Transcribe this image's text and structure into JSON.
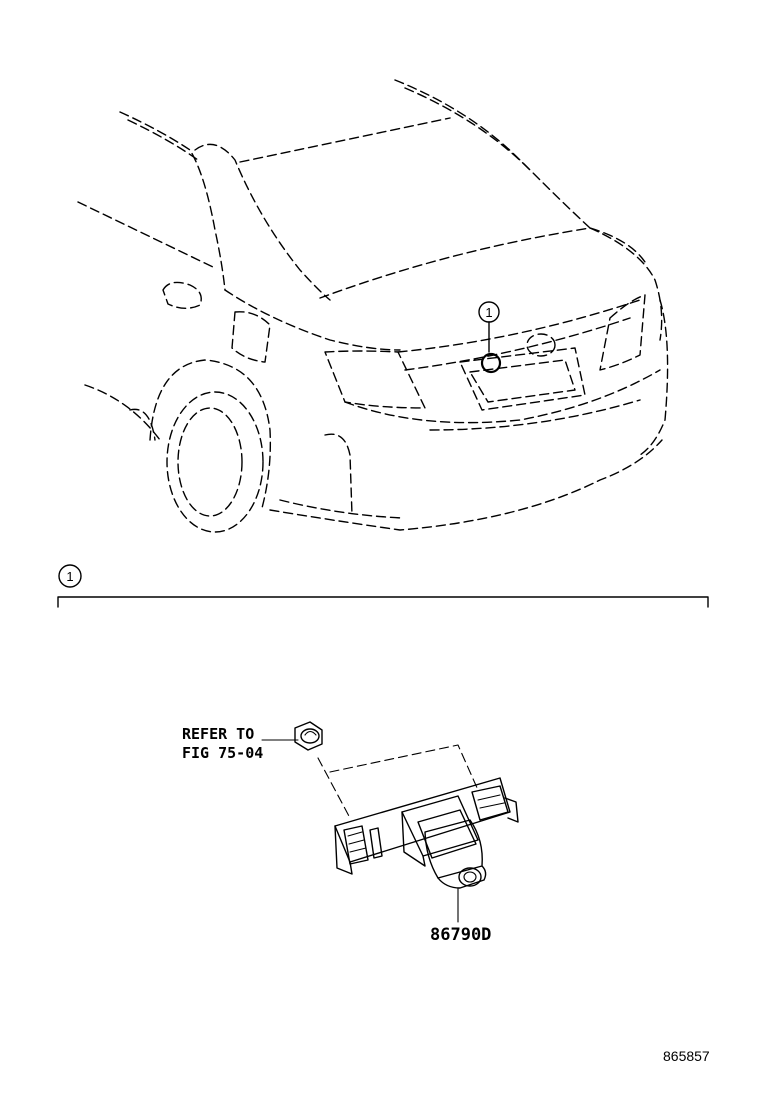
{
  "callout": {
    "id": "1"
  },
  "section_marker": {
    "id": "1"
  },
  "refer_to": {
    "line1": "REFER TO",
    "line2": "FIG 75-04"
  },
  "part_number": "86790D",
  "figure_id": "865857",
  "icons": [
    "rear-camera-icon",
    "nut-icon",
    "car-rear-icon"
  ]
}
